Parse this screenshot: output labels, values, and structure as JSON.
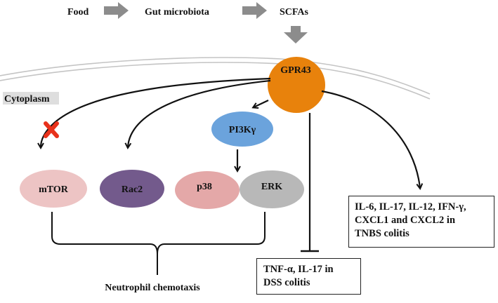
{
  "pathway": {
    "food": "Food",
    "gut_microbiota": "Gut microbiota",
    "scfas": "SCFAs",
    "receptor": "GPR43",
    "cytoplasm": "Cytoplasm"
  },
  "nodes": {
    "mtor": "mTOR",
    "rac2": "Rac2",
    "pi3k": "PI3Kγ",
    "p38": "p38",
    "erk": "ERK"
  },
  "outputs": {
    "chemotaxis": "Neutrophil chemotaxis",
    "dss_line1": "TNF-α, IL-17 in",
    "dss_line2": "DSS colitis",
    "tnbs_line1": "IL-6, IL-17, IL-12, IFN-γ,",
    "tnbs_line2": "CXCL1 and CXCL2 in",
    "tnbs_line3": "TNBS colitis"
  },
  "colors": {
    "gpr43": "#E8820C",
    "mtor": "#EDC4C4",
    "rac2": "#735A8C",
    "pi3k": "#6BA3DC",
    "p38": "#E4A8A8",
    "erk": "#B8B8B8",
    "inhibit_mark": "#E8321C",
    "arrow_gray": "#8C8C8C"
  }
}
